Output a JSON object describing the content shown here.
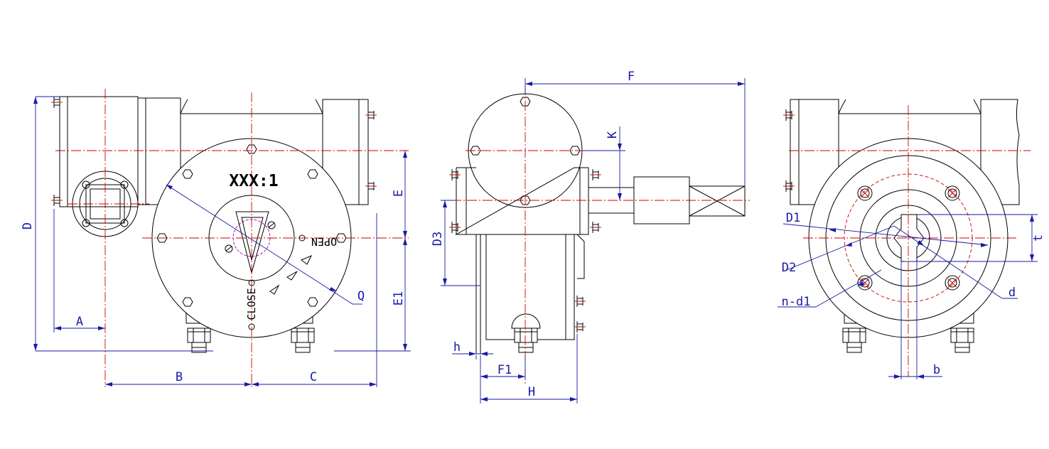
{
  "plate_text": "XXX:1",
  "marks": {
    "open": "OPEN",
    "close": "CLOSE"
  },
  "front_view": {
    "dims": {
      "a": "A",
      "b": "B",
      "c": "C",
      "d": "D",
      "e": "E",
      "e1": "E1",
      "q": "Q"
    }
  },
  "side_view": {
    "dims": {
      "f": "F",
      "f1": "F1",
      "k": "K",
      "d3": "D3",
      "h_small": "h",
      "h_large": "H"
    }
  },
  "flange_view": {
    "dims": {
      "d1": "D1",
      "d2": "D2",
      "n_d1": "n-d1",
      "d": "d",
      "t": "t",
      "b": "b"
    }
  },
  "colors": {
    "outline": "#000000",
    "centerline": "#cc0000",
    "dimension": "#1a1aa6",
    "bore": "#b400b4"
  }
}
